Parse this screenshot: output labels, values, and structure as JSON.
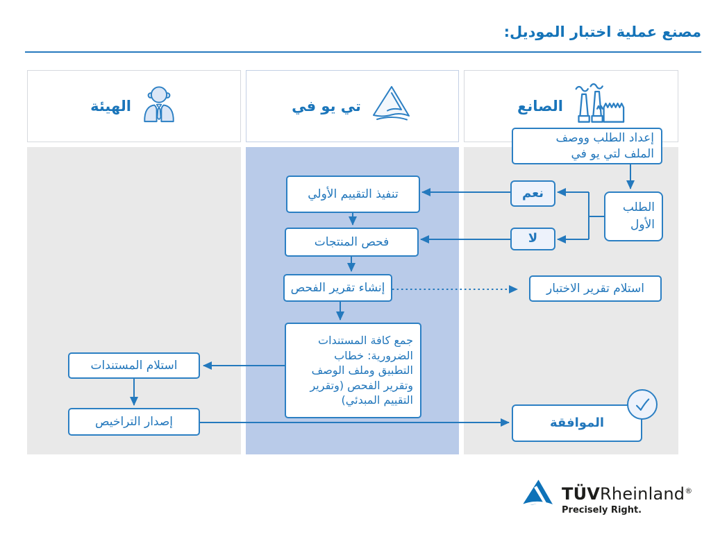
{
  "title": "مصنع عملية اختبار الموديل:",
  "lanes": {
    "manufacturer": {
      "label": "الصانع",
      "icon": "factory-icon"
    },
    "tuv": {
      "label": "تي يو في",
      "icon": "tuv-triangle-icon"
    },
    "authority": {
      "label": "الهيئة",
      "icon": "person-icon"
    }
  },
  "nodes": {
    "prepare_request": "إعداد الطلب ووصف\nالملف لتي يو في",
    "first_request": "الطلب\nالأول",
    "yes": "نعم",
    "no": "لا",
    "initial_assessment": "تنفيذ التقييم الأولي",
    "product_inspection": "فحص المنتجات",
    "create_report": "إنشاء تقرير الفحص",
    "receive_test_report": "استلام تقرير الاختبار",
    "collect_documents": "جمع كافة المستندات\nالضرورية: خطاب\nالتطبيق وملف الوصف\nوتقرير الفحص (وتقرير\nالتقييم المبدئي)",
    "receive_documents": "استلام المستندات",
    "issue_licenses": "إصدار التراخيص",
    "approval": "الموافقة"
  },
  "logo": {
    "tuv": "TÜV",
    "rheinland": "Rheinland",
    "registered": "®",
    "tagline": "Precisely Right."
  },
  "colors": {
    "accent_blue": "#1473b8",
    "box_border_blue": "#2b7fc3",
    "box_text_blue": "#2176bb",
    "lane_blue": "#b9cbe9",
    "lane_gray": "#e9e9e9",
    "yes_no_fill": "#edf2fb",
    "logo_triangle_blue": "#0e72b8"
  }
}
